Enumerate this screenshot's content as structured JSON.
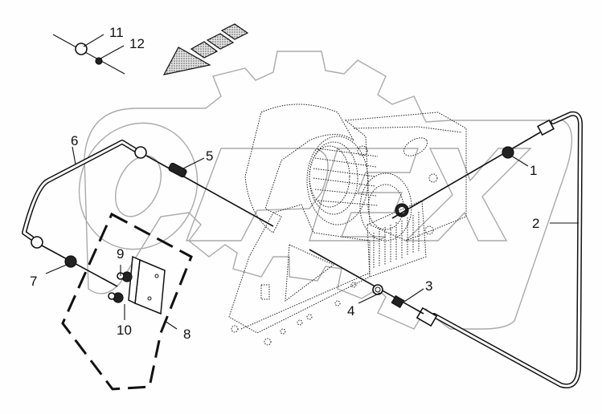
{
  "diagram": {
    "type": "exploded-parts-drawing",
    "watermark": "OPEX",
    "part_labels": [
      {
        "id": "1",
        "text": "1"
      },
      {
        "id": "2",
        "text": "2"
      },
      {
        "id": "3",
        "text": "3"
      },
      {
        "id": "4",
        "text": "4"
      },
      {
        "id": "5",
        "text": "5"
      },
      {
        "id": "6",
        "text": "6"
      },
      {
        "id": "7",
        "text": "7"
      },
      {
        "id": "8",
        "text": "8"
      },
      {
        "id": "9",
        "text": "9"
      },
      {
        "id": "10",
        "text": "10"
      },
      {
        "id": "11",
        "text": "11"
      },
      {
        "id": "12",
        "text": "12"
      }
    ],
    "colors": {
      "line": "#111111",
      "watermark": "#a9aaa9",
      "background": "#fdfefd",
      "hatch": "#bdbdbd"
    }
  }
}
